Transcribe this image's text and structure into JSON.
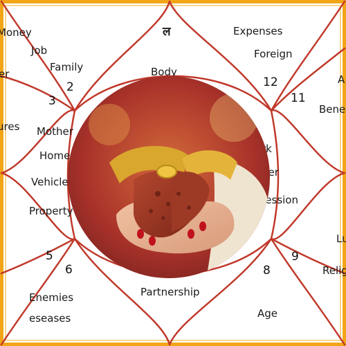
{
  "chart": {
    "lagna_glyph": "ल",
    "houses": {
      "h1": {
        "label": "Body"
      },
      "h2": {
        "number": "2",
        "labels": [
          "Money",
          "Job",
          "Family"
        ]
      },
      "h3": {
        "number": "3",
        "labels": [
          "er"
        ]
      },
      "h4": {
        "labels": [
          "Mother",
          "Home",
          "Vehicle",
          "Property"
        ]
      },
      "h5": {
        "number": "5",
        "labels": [
          "ures"
        ]
      },
      "h6": {
        "number": "6",
        "labels": [
          "Enemies",
          "eseases"
        ]
      },
      "h7": {
        "label": "Partnership"
      },
      "h8": {
        "number": "8",
        "labels": [
          "Age"
        ]
      },
      "h9": {
        "number": "9",
        "labels": [
          "Religi"
        ]
      },
      "h10": {
        "labels": [
          "rk",
          "her",
          "fession"
        ]
      },
      "h11": {
        "number": "11",
        "labels": [
          "A",
          "Bene"
        ]
      },
      "h12": {
        "number": "12",
        "labels": [
          "Expenses",
          "Foreign"
        ]
      },
      "h_lu": {
        "labels": [
          "Lu"
        ]
      }
    }
  },
  "colors": {
    "border": "#f2a516",
    "line": "#c0392b",
    "text": "#1a1a1a"
  },
  "photo": {
    "icon": "wedding-hands-mehndi-photo"
  }
}
